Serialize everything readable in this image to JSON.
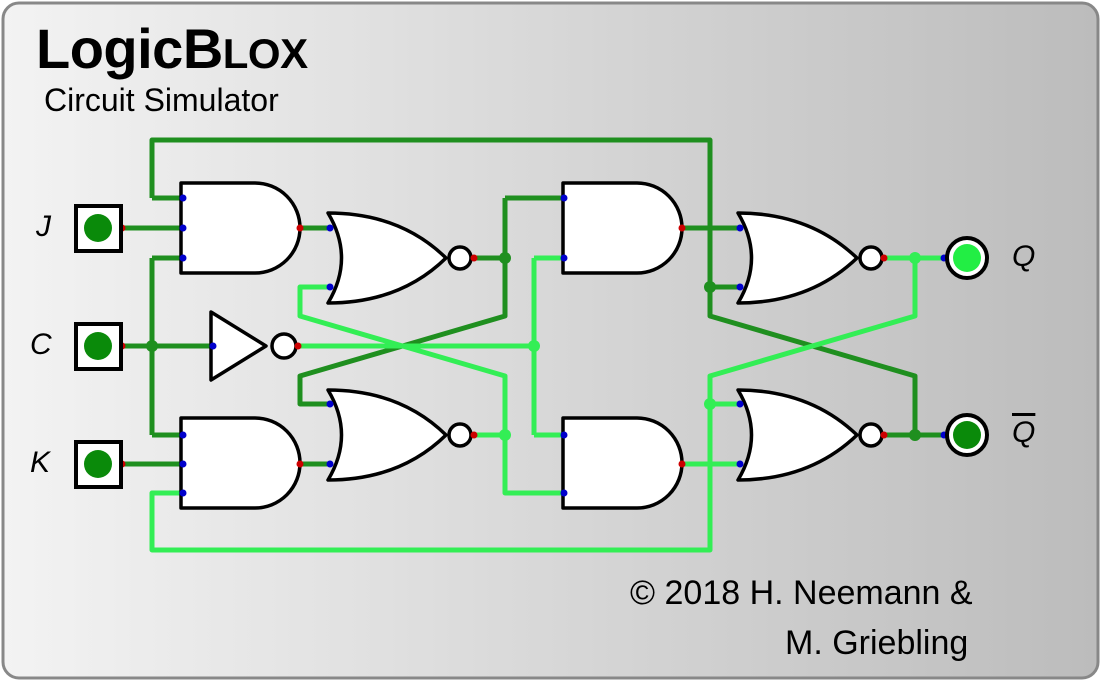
{
  "app": {
    "title_main": "LogicB",
    "title_sc": "LOX",
    "subtitle": "Circuit Simulator",
    "credit_line1": "© 2018 H. Neemann &",
    "credit_line2": "M. Griebling"
  },
  "inputs": [
    {
      "label": "J",
      "state": "low"
    },
    {
      "label": "C",
      "state": "low"
    },
    {
      "label": "K",
      "state": "low"
    }
  ],
  "outputs": [
    {
      "label": "Q",
      "state": "high"
    },
    {
      "label": "Q",
      "state": "low",
      "overline": true
    }
  ],
  "colors": {
    "wire_low": "#1f8f1f",
    "wire_high": "#33ee55",
    "input_low": "#0a8a0a",
    "output_high": "#22dd44",
    "pin_in": "#0000cc",
    "pin_out": "#cc0000",
    "background_light": "#f2f2f2",
    "background_dark": "#bdbdbd"
  },
  "components": [
    {
      "type": "and",
      "name": "and-gate-top-left"
    },
    {
      "type": "nor",
      "name": "nor-gate-upper-left"
    },
    {
      "type": "not",
      "name": "not-gate-clock"
    },
    {
      "type": "nor",
      "name": "nor-gate-lower-left"
    },
    {
      "type": "and",
      "name": "and-gate-bottom-left"
    },
    {
      "type": "and",
      "name": "and-gate-top-middle"
    },
    {
      "type": "and",
      "name": "and-gate-bottom-middle"
    },
    {
      "type": "nor",
      "name": "nor-gate-output-q"
    },
    {
      "type": "nor",
      "name": "nor-gate-output-qbar"
    }
  ]
}
